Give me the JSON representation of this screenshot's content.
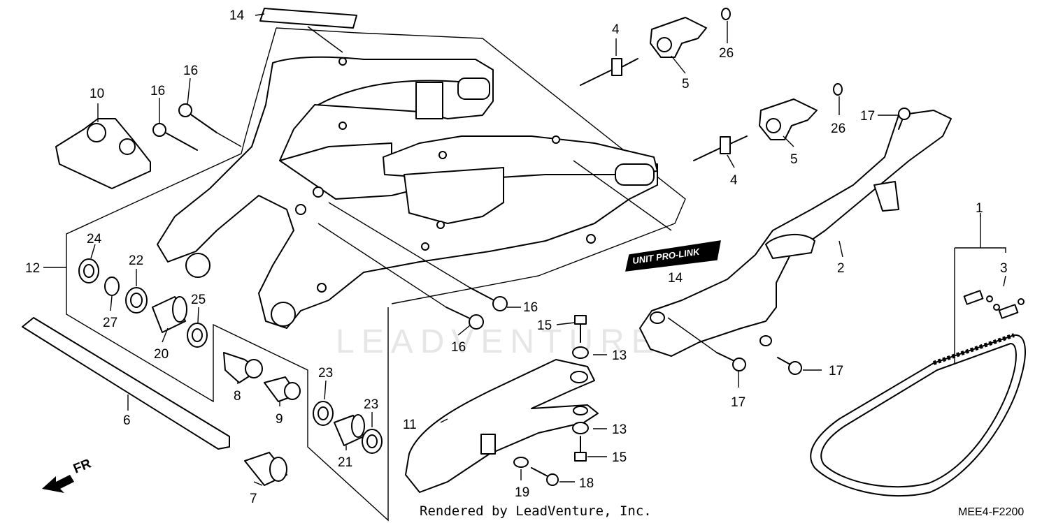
{
  "diagram": {
    "callouts": [
      "1",
      "2",
      "3",
      "4",
      "4",
      "5",
      "5",
      "6",
      "7",
      "8",
      "9",
      "10",
      "11",
      "12",
      "13",
      "13",
      "14",
      "14",
      "15",
      "15",
      "16",
      "16",
      "16",
      "16",
      "17",
      "17",
      "17",
      "18",
      "19",
      "20",
      "21",
      "22",
      "23",
      "23",
      "24",
      "25",
      "26",
      "26",
      "27"
    ],
    "direction_label": "FR",
    "decal_text": "UNIT PRO-LINK",
    "watermark": "LEADVENTURE",
    "footer_text": "Rendered by LeadVenture, Inc.",
    "diagram_code": "MEE4-F2200"
  }
}
